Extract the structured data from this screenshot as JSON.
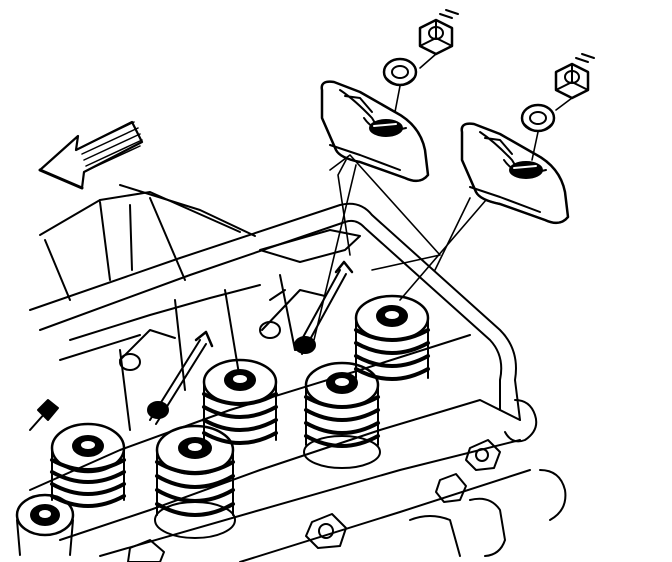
{
  "figure": {
    "type": "technical-line-illustration",
    "colors": {
      "ink": "#000000",
      "paper": "#ffffff",
      "arrow_fill": "#ffffff"
    },
    "components": [
      {
        "name": "direction-arrow",
        "icon": "arrow-left-icon"
      },
      {
        "name": "rocker-arm",
        "count": 2
      },
      {
        "name": "pivot-ball-washer",
        "count": 2
      },
      {
        "name": "rocker-nut",
        "count": 2
      },
      {
        "name": "valve-spring",
        "count": 6
      },
      {
        "name": "pushrod",
        "count": 4
      },
      {
        "name": "head-bolt",
        "count": 6
      }
    ]
  }
}
